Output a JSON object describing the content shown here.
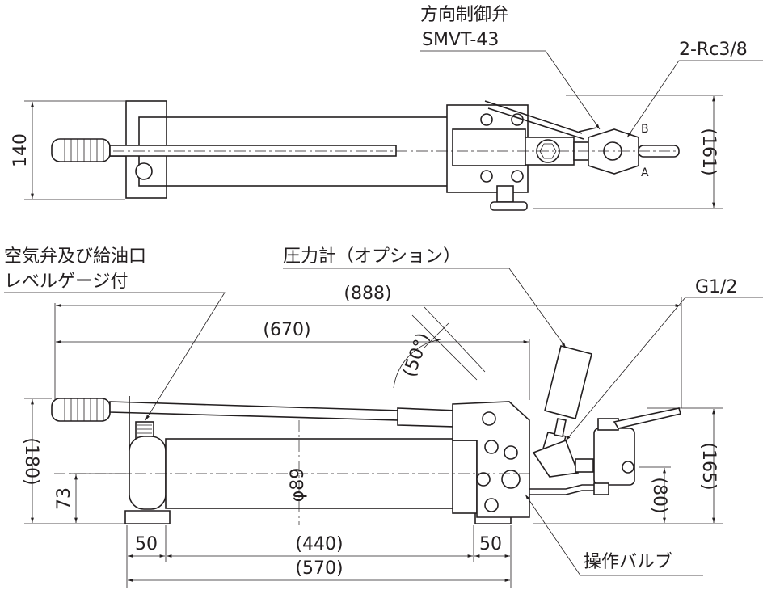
{
  "top_view": {
    "valve_label": "方向制御弁",
    "valve_model": "SMVT-43",
    "port_label": "2-Rc3/8",
    "port_b": "B",
    "port_a": "A",
    "height_dim": "140",
    "overall_height_dim": "(161)"
  },
  "side_view": {
    "air_valve_label_line1": "空気弁及び給油口",
    "air_valve_label_line2": "レベルゲージ付",
    "gauge_label": "圧力計（オプション）",
    "overall_length_dim": "(888)",
    "port_label": "G1/2",
    "lever_length_dim": "(670)",
    "lever_angle_dim": "(50°)",
    "total_height_dim": "(180)",
    "axis_height_dim": "73",
    "diameter_dim": "φ89",
    "outlet_height_dim": "(165)",
    "port_height_dim": "(80)",
    "left_base_dim": "50",
    "body_length_dim": "(440)",
    "right_base_dim": "50",
    "base_length_dim": "(570)",
    "operating_valve_label": "操作バルブ"
  }
}
